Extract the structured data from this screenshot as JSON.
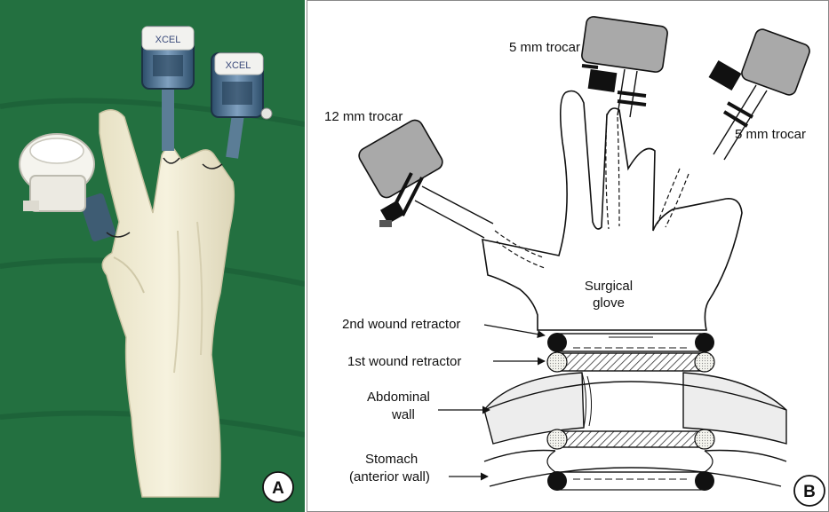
{
  "panel_a": {
    "tag": "A",
    "trocar_cap_text": "XCEL"
  },
  "panel_b": {
    "tag": "B",
    "labels": {
      "trocar_12mm": "12 mm trocar",
      "trocar_5mm_top": "5 mm trocar",
      "trocar_5mm_right": "5 mm trocar",
      "glove_line1": "Surgical",
      "glove_line2": "glove",
      "retractor_2nd": "2nd wound retractor",
      "retractor_1st": "1st wound retractor",
      "abdominal_line1": "Abdominal",
      "abdominal_line2": "wall",
      "stomach_line1": "Stomach",
      "stomach_line2": "(anterior wall)"
    }
  }
}
